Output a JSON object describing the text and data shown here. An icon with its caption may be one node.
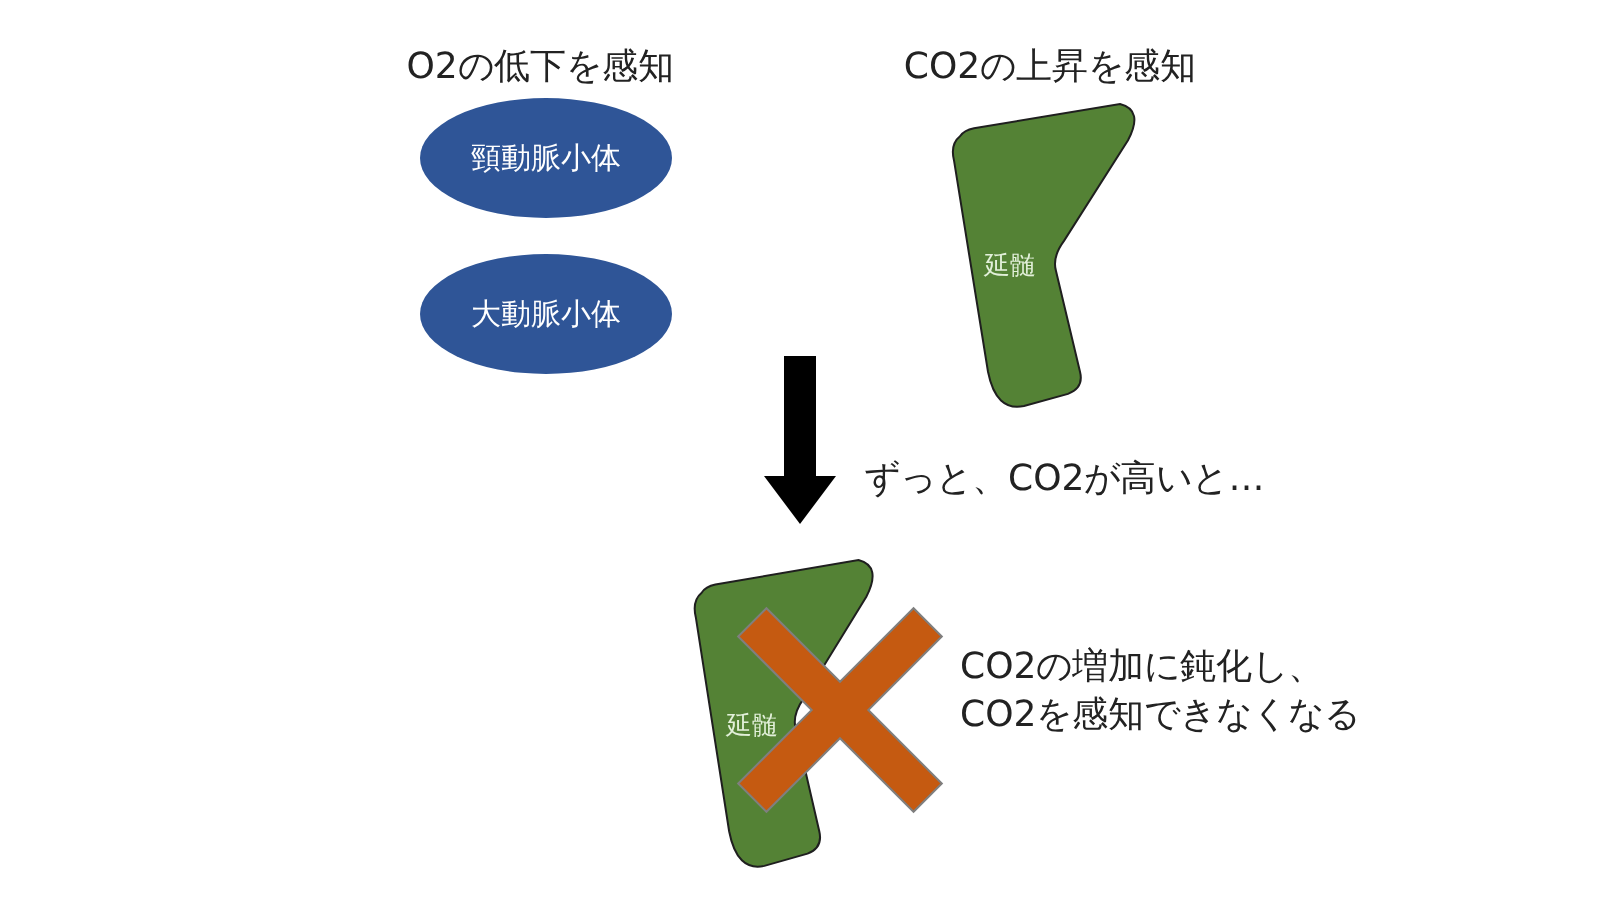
{
  "diagram": {
    "nodes": [
      {
        "text": [
          "頸動脈小体"
        ]
      },
      {
        "text": [
          "大動脈小体"
        ]
      },
      {
        "text": [
          "延髄"
        ]
      },
      {
        "text": [
          "延髄"
        ]
      },
      {
        "text": [],
        "shape": "cross"
      }
    ],
    "edges": [
      {
        "from": null,
        "to": 3,
        "arrow": "to",
        "style": "thick",
        "label": "ずっと、CO2が高いと…"
      }
    ],
    "labels": [
      "O2の低下を感知",
      "CO2の上昇を感知",
      "CO2の増加に鈍化し、CO2を感知できなくなる"
    ]
  }
}
